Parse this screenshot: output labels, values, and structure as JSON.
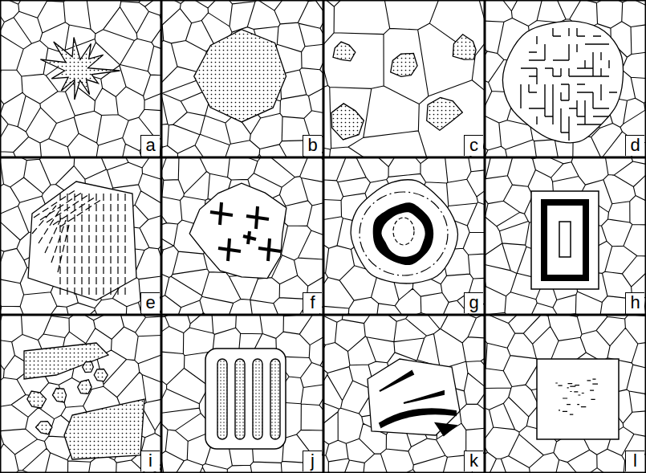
{
  "diagram": {
    "labels": [
      "a",
      "b",
      "c",
      "d",
      "e",
      "f",
      "g",
      "h",
      "i",
      "j",
      "k",
      "l"
    ]
  }
}
